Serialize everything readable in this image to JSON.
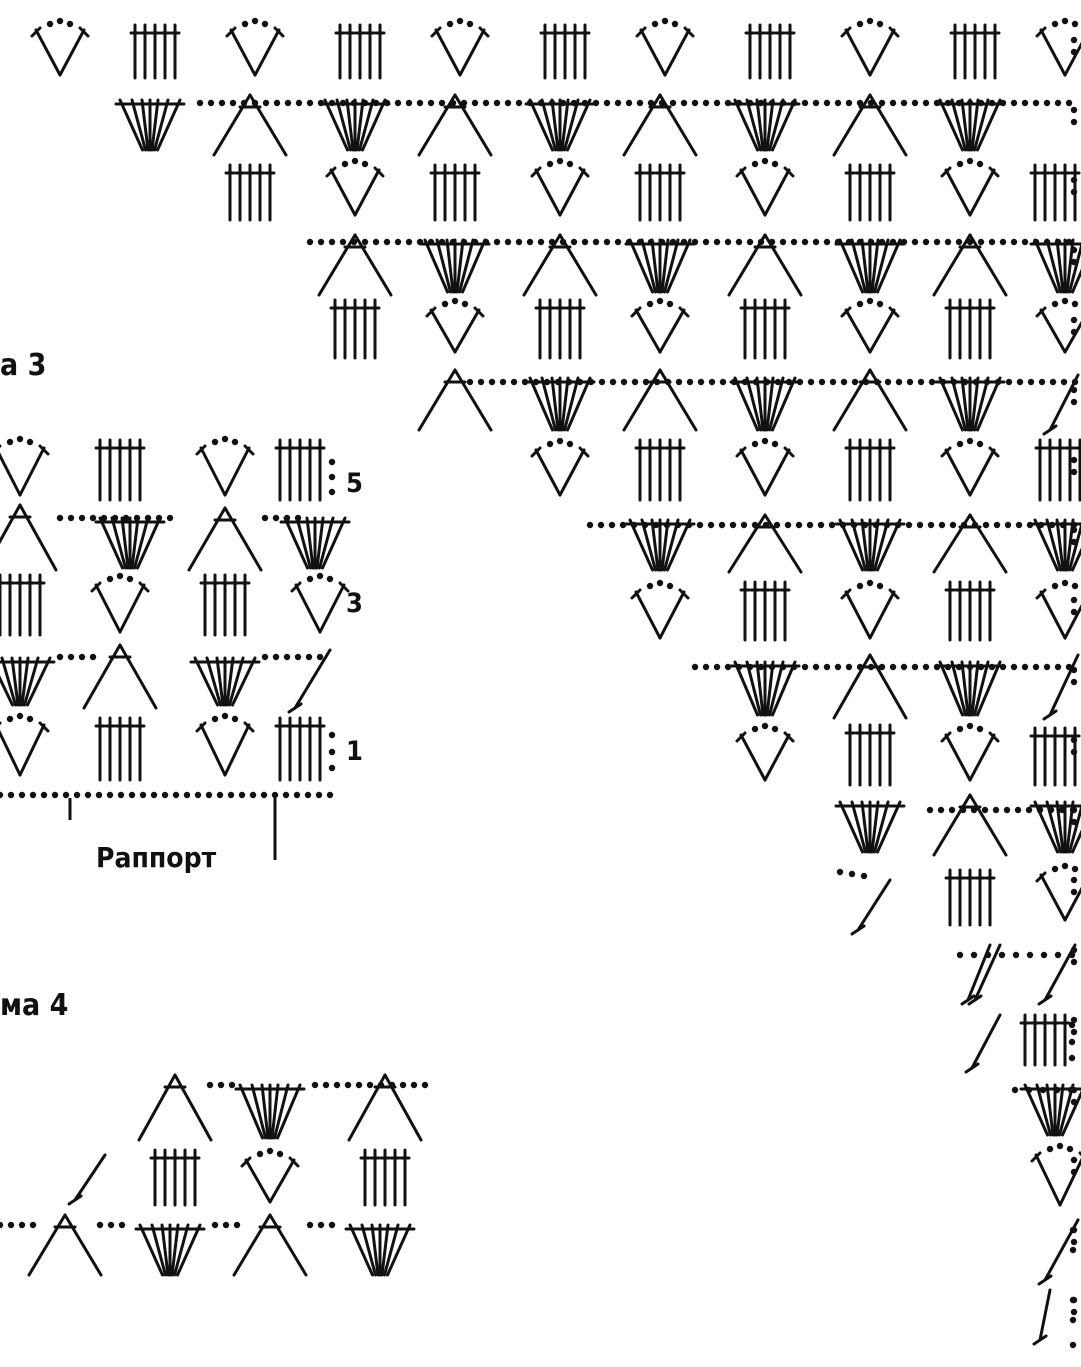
{
  "labels": {
    "scheme3": "а 3",
    "scheme4": "ма 4",
    "rapport": "Раппорт",
    "row5": "5",
    "row3": "3",
    "row1": "1"
  },
  "colors": {
    "ink": "#111111",
    "paper": "#ffffff"
  },
  "symbol_types": [
    "fan-icon",
    "five-stitch-group-icon",
    "v-stitch-icon",
    "a-stitch-icon",
    "chain-dot-icon"
  ]
}
